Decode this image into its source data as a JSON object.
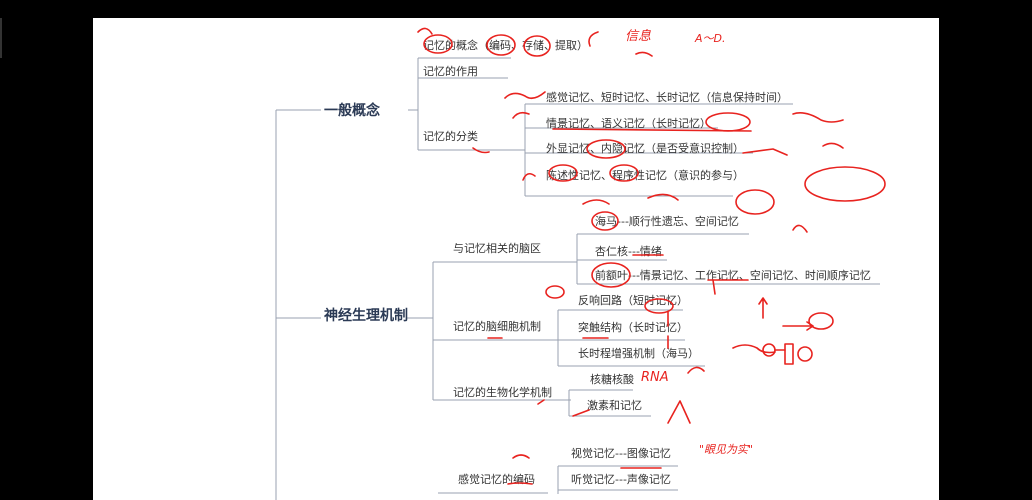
{
  "colors": {
    "ink": "#e8231f",
    "text": "#333333",
    "line": "#9aa2b0",
    "heading": "#2b3a55",
    "canvas": "#ffffff",
    "frame": "#000000"
  },
  "mindmap": {
    "sections": [
      {
        "title": "一般概念"
      },
      {
        "title": "神经生理机制"
      }
    ],
    "general": {
      "concept": "记忆的概念（编码、存储、提取）",
      "function": "记忆的作用",
      "classification": "记忆的分类",
      "types": [
        "感觉记忆、短时记忆、长时记忆（信息保持时间）",
        "情景记忆、语义记忆（长时记忆）",
        "外显记忆、内隐记忆（是否受意识控制）",
        "陈述性记忆、程序性记忆（意识的参与）"
      ]
    },
    "neuro": {
      "brain_areas": "与记忆相关的脑区",
      "areas": [
        "海马---顺行性遗忘、空间记忆",
        "杏仁核---情绪",
        "前额叶---情景记忆、工作记忆、空间记忆、时间顺序记忆"
      ],
      "cell": "记忆的脑细胞机制",
      "cells": [
        "反响回路（短时记忆）",
        "突触结构（长时记忆）",
        "长时程增强机制（海马）"
      ],
      "bio": "记忆的生物化学机制",
      "bios": [
        "核糖核酸",
        "激素和记忆"
      ],
      "sensory": "感觉记忆的编码",
      "sensories": [
        "视觉记忆---图像记忆",
        "听觉记忆---声像记忆"
      ]
    },
    "handwriting": {
      "h1": "信息",
      "h2": "A～D.",
      "h3": "RNA",
      "h4": "\"眼见为实\""
    }
  }
}
